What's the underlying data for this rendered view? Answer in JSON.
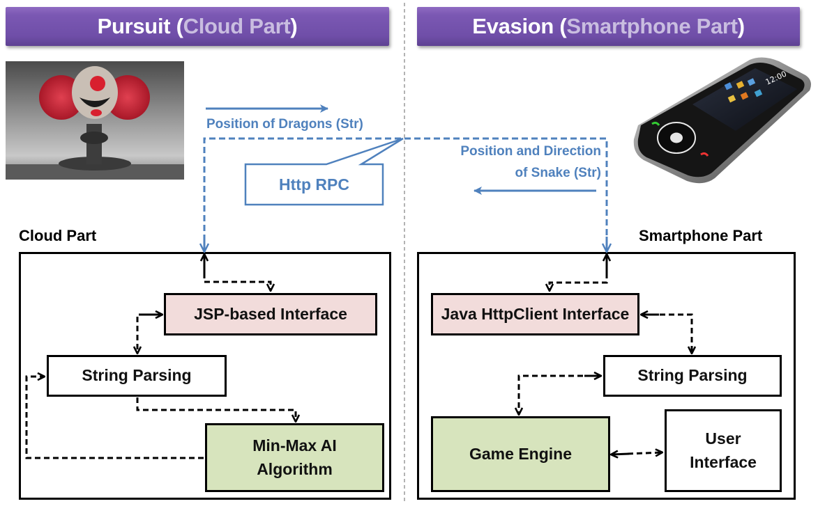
{
  "headers": {
    "left": {
      "bold": "Pursuit (",
      "light": "Cloud Part",
      "close": ")"
    },
    "right": {
      "bold": "Evasion (",
      "light": "Smartphone Part",
      "close": ")"
    }
  },
  "images": {
    "left": "mushroom-cloud-clown-photo",
    "right": "smartphone-photo"
  },
  "messages": {
    "to_phone": "Position of Dragons (Str)",
    "to_cloud_line1": "Position and Direction",
    "to_cloud_line2": "of Snake  (Str)",
    "protocol": "Http RPC"
  },
  "cloud": {
    "label": "Cloud Part",
    "interface": "JSP-based Interface",
    "parser": "String Parsing",
    "ai_line1": "Min-Max AI",
    "ai_line2": "Algorithm"
  },
  "phone": {
    "label": "Smartphone Part",
    "interface": "Java HttpClient Interface",
    "parser": "String Parsing",
    "engine": "Game Engine",
    "ui_line1": "User",
    "ui_line2": "Interface"
  },
  "colors": {
    "header": "#7b58b3",
    "header_light_text": "#c9bde0",
    "flow_blue": "#4f81bd",
    "interface_fill": "#f2dcdb",
    "core_fill": "#d7e4bd"
  }
}
